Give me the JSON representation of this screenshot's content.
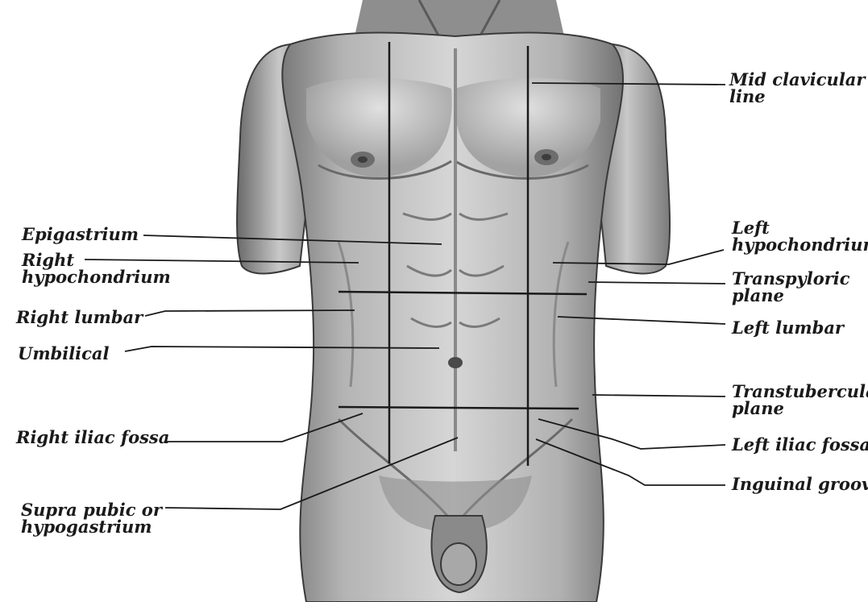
{
  "diagram": {
    "labels": {
      "mid_clavicular": [
        "Mid clavicular",
        "line"
      ],
      "epigastrium": [
        "Epigastrium"
      ],
      "right_hypochondrium": [
        "Right",
        "hypochondrium"
      ],
      "left_hypochondrium": [
        "Left",
        "hypochondrium"
      ],
      "transpyloric": [
        "Transpyloric",
        "plane"
      ],
      "right_lumbar": [
        "Right lumbar"
      ],
      "left_lumbar": [
        "Left lumbar"
      ],
      "umbilical": [
        "Umbilical"
      ],
      "transtubercular": [
        "Transtubercular",
        "plane"
      ],
      "right_iliac": [
        "Right iliac fossa"
      ],
      "left_iliac": [
        "Left iliac fossa"
      ],
      "inguinal": [
        "Inguinal groove"
      ],
      "suprapubic": [
        "Supra pubic or",
        "hypogastrium"
      ]
    },
    "colors": {
      "skin_light": "#dcdcdc",
      "skin_mid": "#a9a9a9",
      "skin_dark": "#5a5a5a",
      "line": "#1a1a1a"
    }
  }
}
